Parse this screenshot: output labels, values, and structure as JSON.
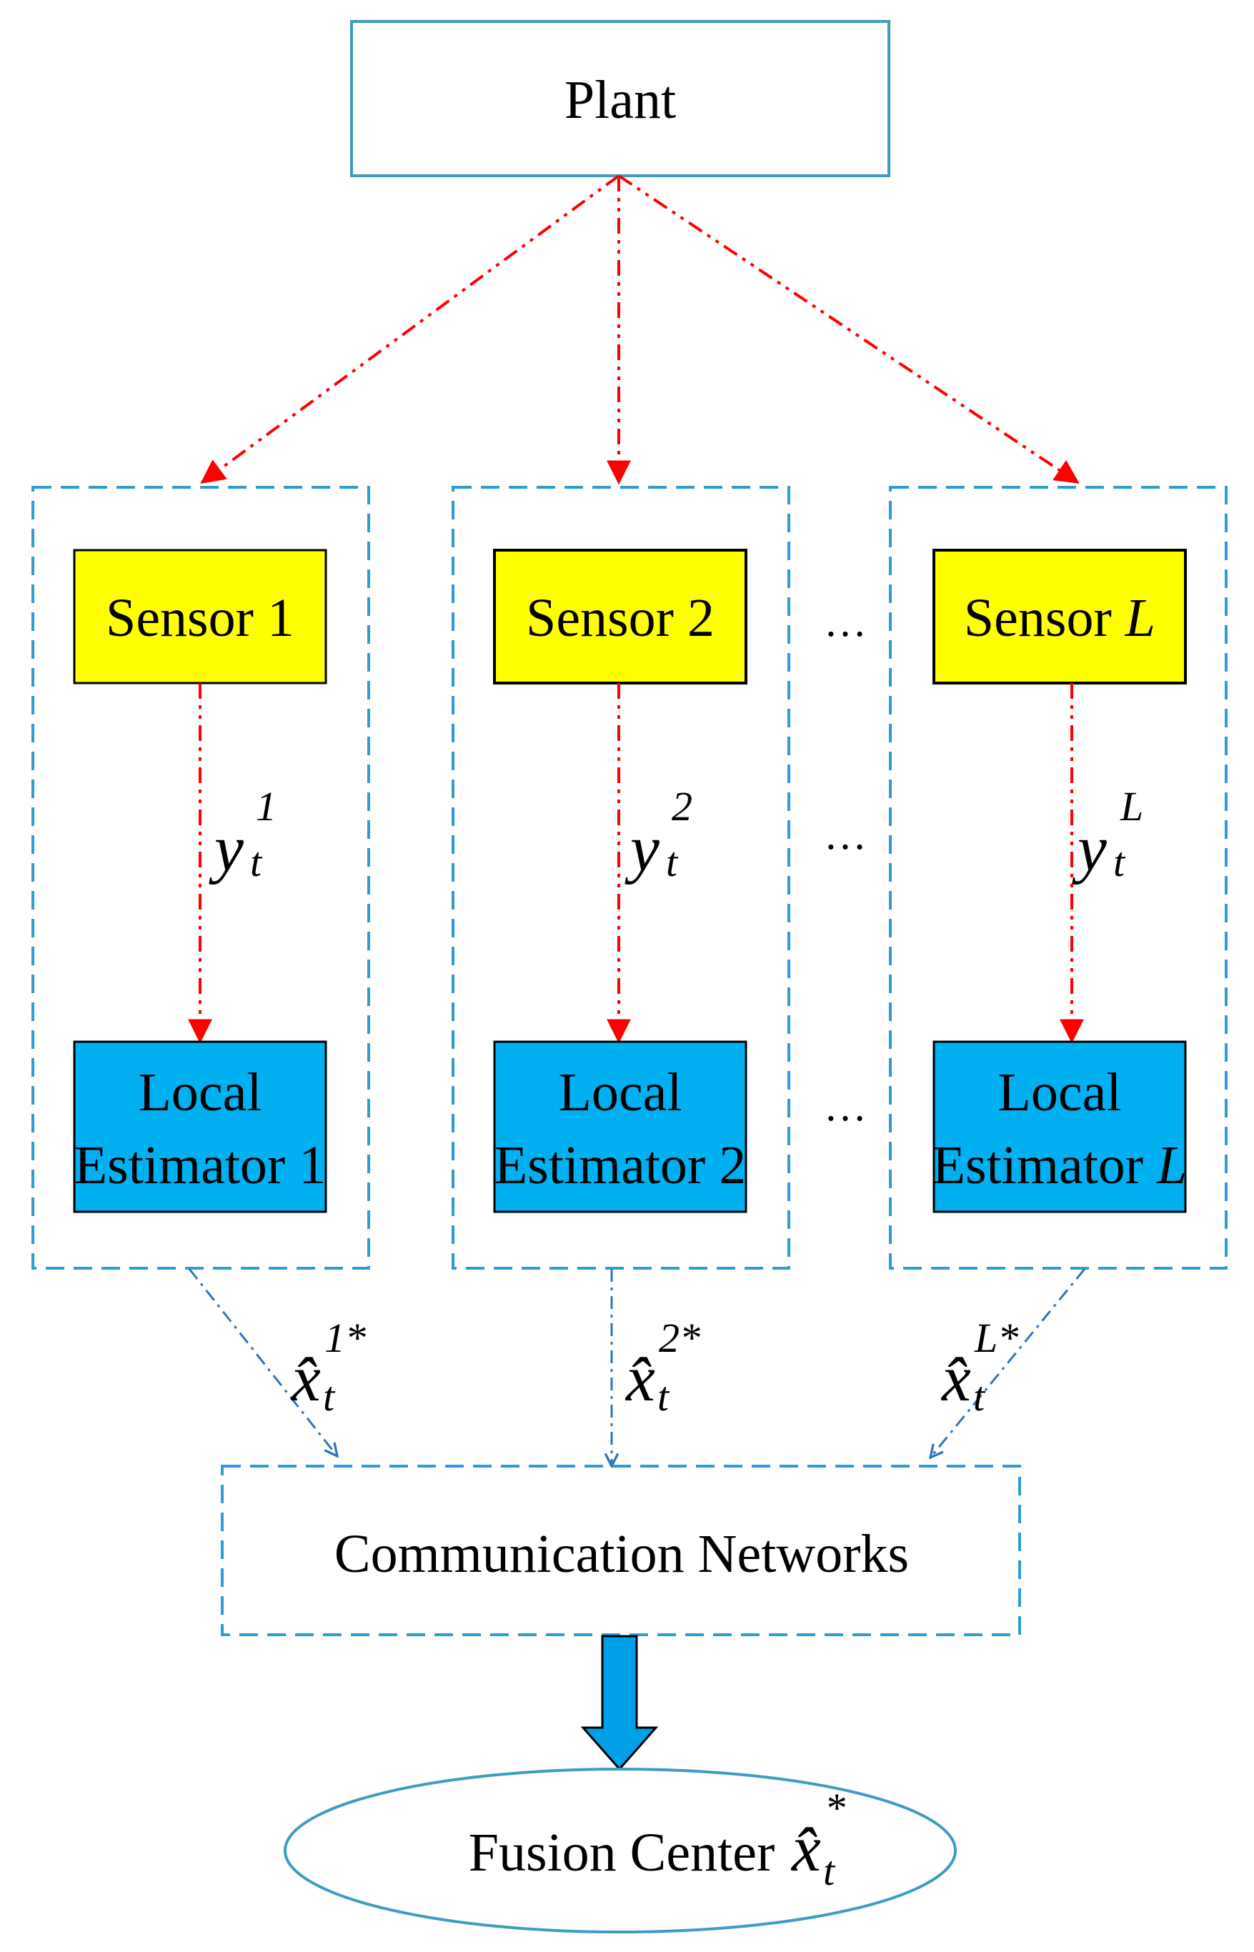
{
  "plant": {
    "label": "Plant"
  },
  "sensors": [
    {
      "label": "Sensor 1",
      "label_text": "Sensor ",
      "label_var": "",
      "label_num": "1",
      "signal_base": "y",
      "signal_sub": "t",
      "signal_sup": "1",
      "estimator_line1": "Local",
      "estimator_text": "Estimator ",
      "estimator_var": "",
      "estimator_num": "1",
      "estimate_base": "x̂",
      "estimate_sub": "t",
      "estimate_sup": "1*"
    },
    {
      "label": "Sensor 2",
      "label_text": "Sensor ",
      "label_var": "",
      "label_num": "2",
      "signal_base": "y",
      "signal_sub": "t",
      "signal_sup": "2",
      "estimator_line1": "Local",
      "estimator_text": "Estimator ",
      "estimator_var": "",
      "estimator_num": "2",
      "estimate_base": "x̂",
      "estimate_sub": "t",
      "estimate_sup": "2*"
    },
    {
      "label": "Sensor L",
      "label_text": "Sensor ",
      "label_var": "L",
      "label_num": "",
      "signal_base": "y",
      "signal_sub": "t",
      "signal_sup": "L",
      "estimator_line1": "Local",
      "estimator_text": "Estimator ",
      "estimator_var": "L",
      "estimator_num": "",
      "estimate_base": "x̂",
      "estimate_sub": "t",
      "estimate_sup": "L*"
    }
  ],
  "ellipsis": "…",
  "network": {
    "label": "Communication Networks"
  },
  "fusion": {
    "label": "Fusion Center ",
    "estimate_base": "x̂",
    "estimate_sub": "t",
    "estimate_sup": "*"
  },
  "colors": {
    "plant_border": "#3d9cc0",
    "sensor_fill": "#ffff00",
    "estimator_fill": "#00b0f0",
    "dashed_box": "#2e9cd3",
    "red_arrow": "#ff0000",
    "blue_arrow": "#2e75b6",
    "big_arrow": "#00a0e8",
    "fusion_border": "#3d9cc0"
  }
}
